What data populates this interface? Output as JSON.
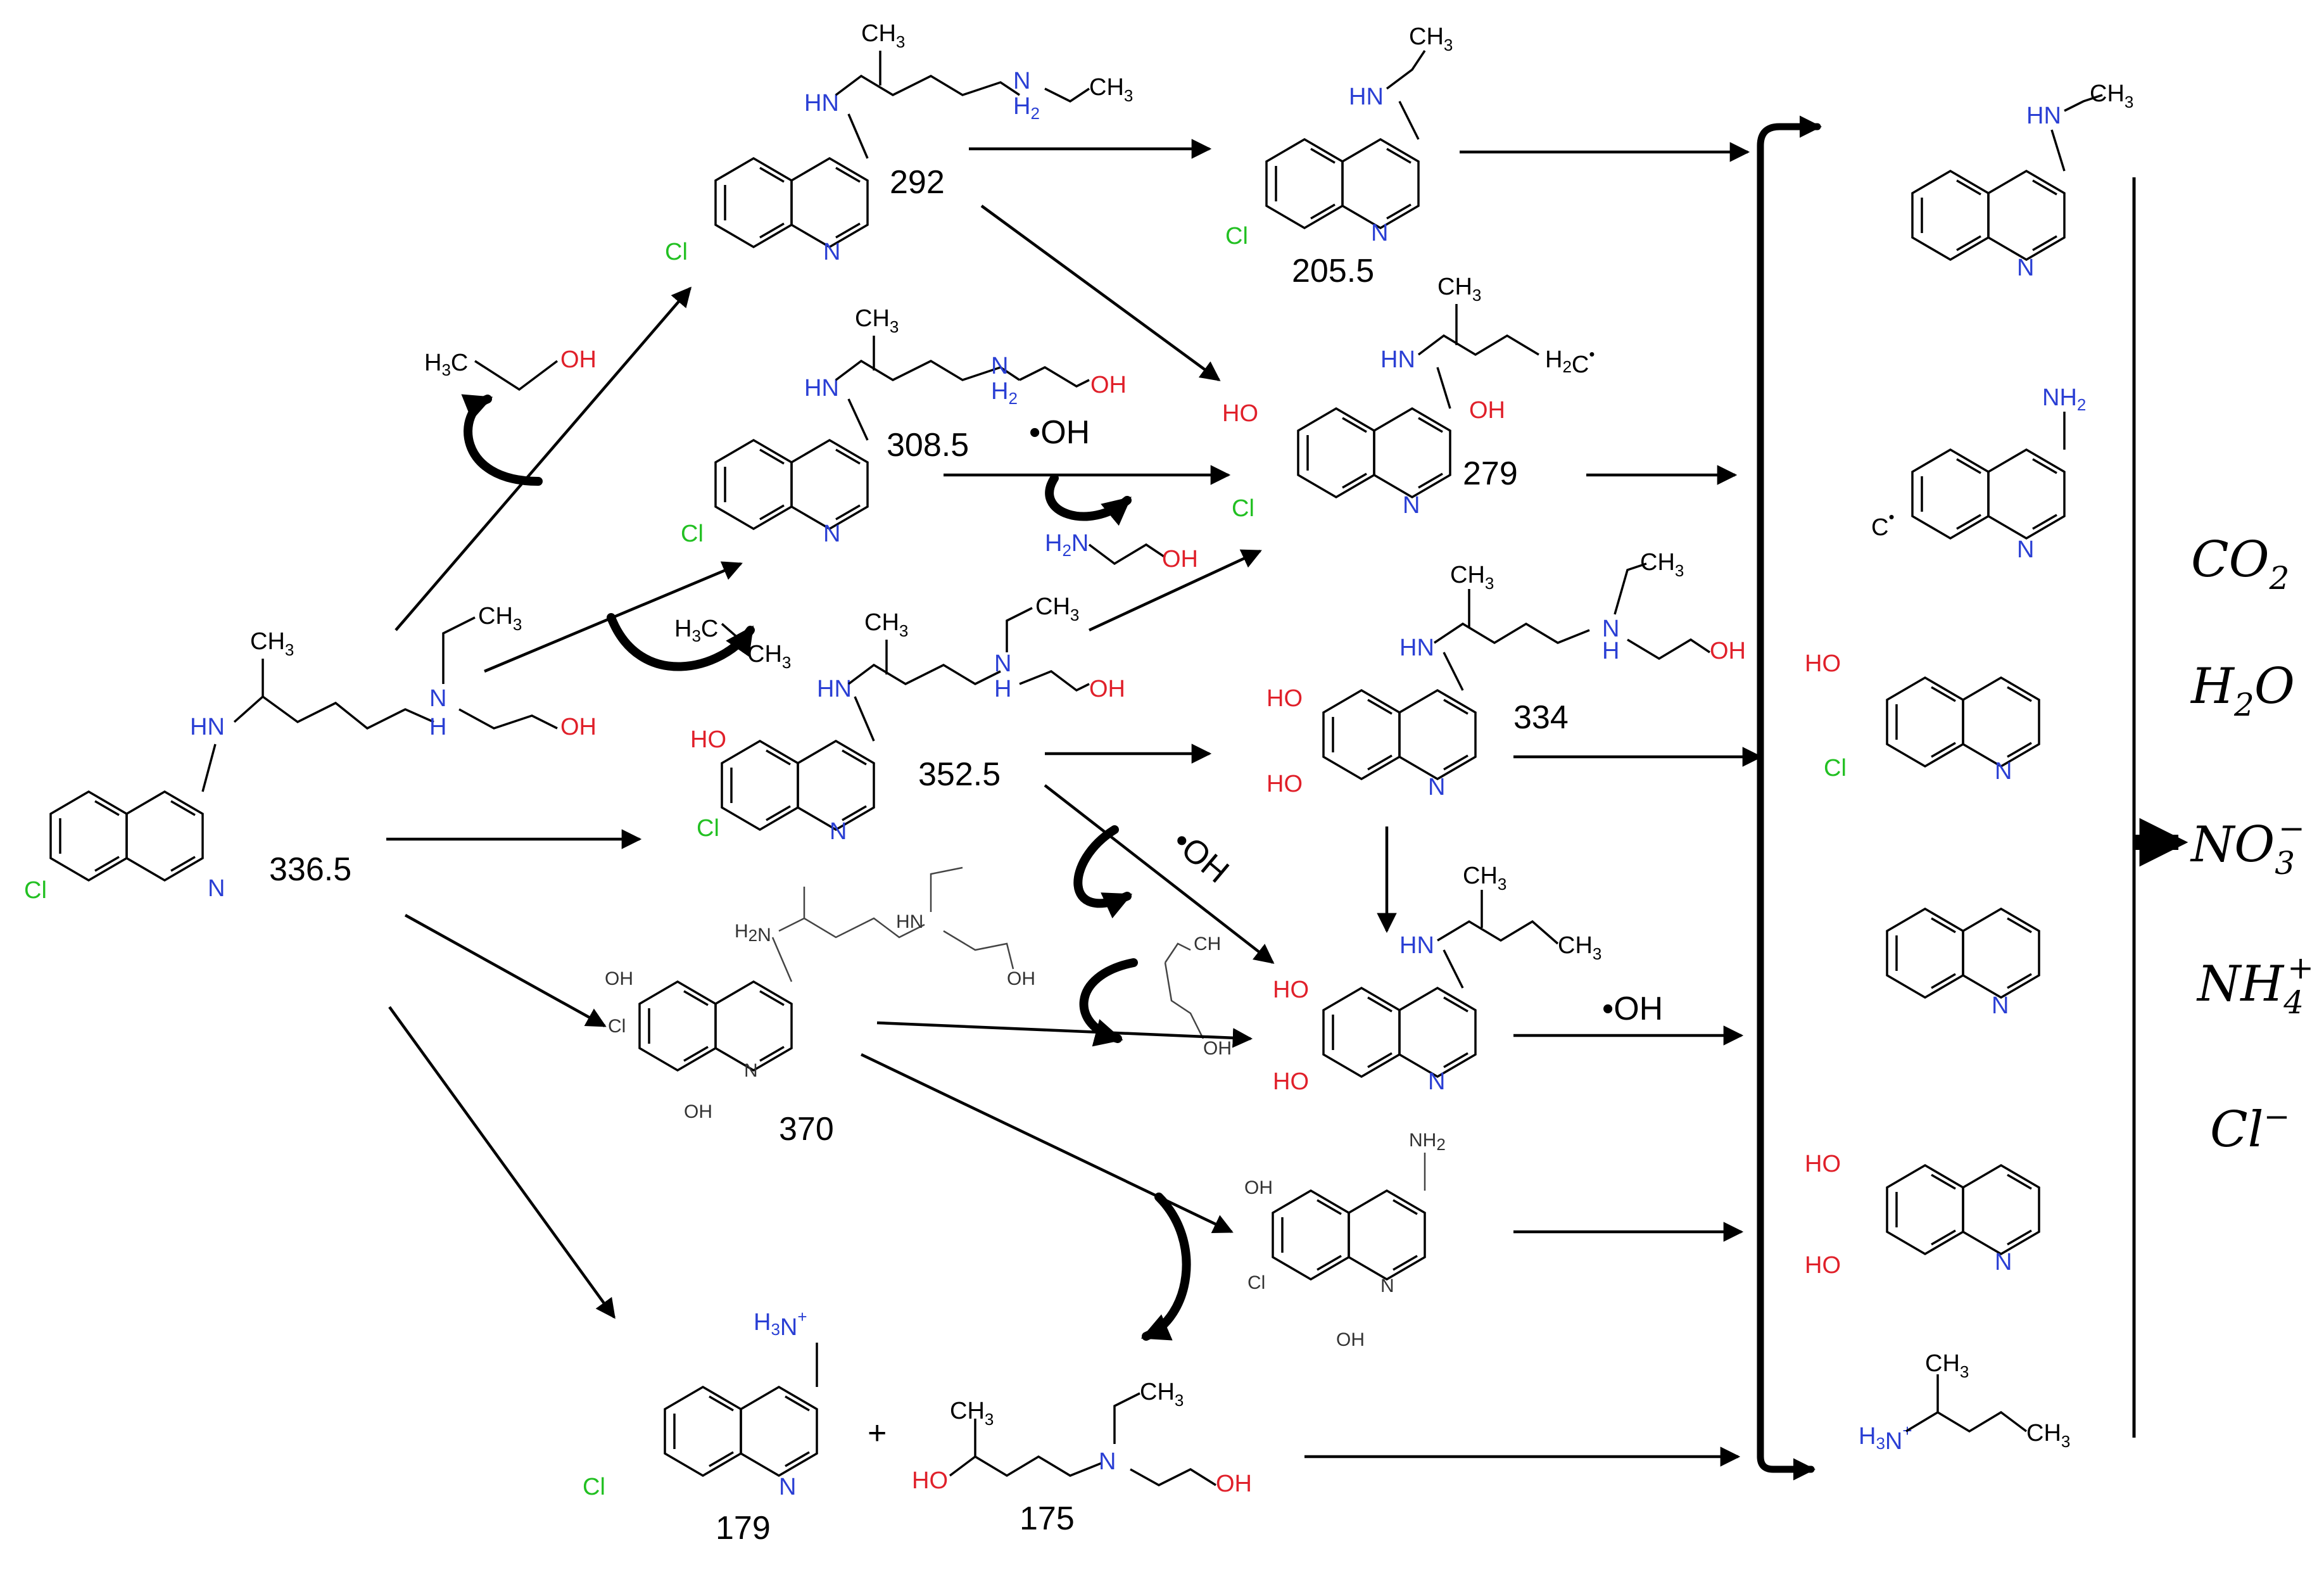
{
  "compounds": [
    {
      "id": "c336",
      "mass": "336.5"
    },
    {
      "id": "c292",
      "mass": "292"
    },
    {
      "id": "c308",
      "mass": "308.5"
    },
    {
      "id": "c352",
      "mass": "352.5"
    },
    {
      "id": "c370",
      "mass": "370"
    },
    {
      "id": "c179",
      "mass": "179"
    },
    {
      "id": "c175",
      "mass": "175"
    },
    {
      "id": "c205",
      "mass": "205.5"
    },
    {
      "id": "c279",
      "mass": "279"
    },
    {
      "id": "c334",
      "mass": "334"
    }
  ],
  "reagents": {
    "ethanol": "H3C–OH",
    "ethane": "H3C–CH3",
    "ethanolamine": "H2N–CH2CH2–OH",
    "hydroxyl_radical": "•OH"
  },
  "final_products": [
    "CO2",
    "H2O",
    "NO3−",
    "NH4+",
    "Cl−"
  ]
}
